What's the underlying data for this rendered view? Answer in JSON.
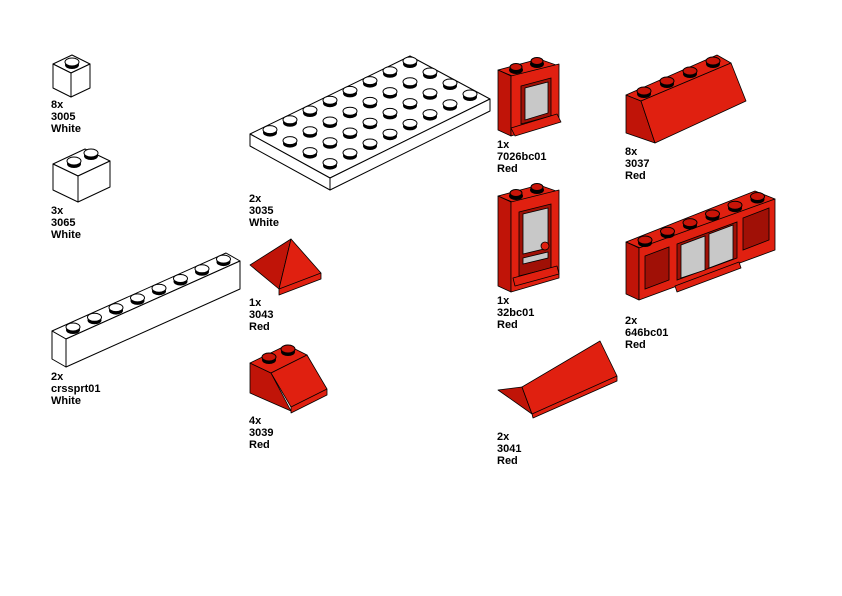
{
  "parts": [
    {
      "qty": "8x",
      "id": "3005",
      "color": "White"
    },
    {
      "qty": "3x",
      "id": "3065",
      "color": "White"
    },
    {
      "qty": "2x",
      "id": "crssprt01",
      "color": "White"
    },
    {
      "qty": "2x",
      "id": "3035",
      "color": "White"
    },
    {
      "qty": "1x",
      "id": "3043",
      "color": "Red"
    },
    {
      "qty": "4x",
      "id": "3039",
      "color": "Red"
    },
    {
      "qty": "1x",
      "id": "7026bc01",
      "color": "Red"
    },
    {
      "qty": "1x",
      "id": "32bc01",
      "color": "Red"
    },
    {
      "qty": "2x",
      "id": "3041",
      "color": "Red"
    },
    {
      "qty": "8x",
      "id": "3037",
      "color": "Red"
    },
    {
      "qty": "2x",
      "id": "646bc01",
      "color": "Red"
    }
  ],
  "colors": {
    "white_part": "#ffffff",
    "red_part": "#e02010",
    "glass": "#c8c8c8"
  }
}
